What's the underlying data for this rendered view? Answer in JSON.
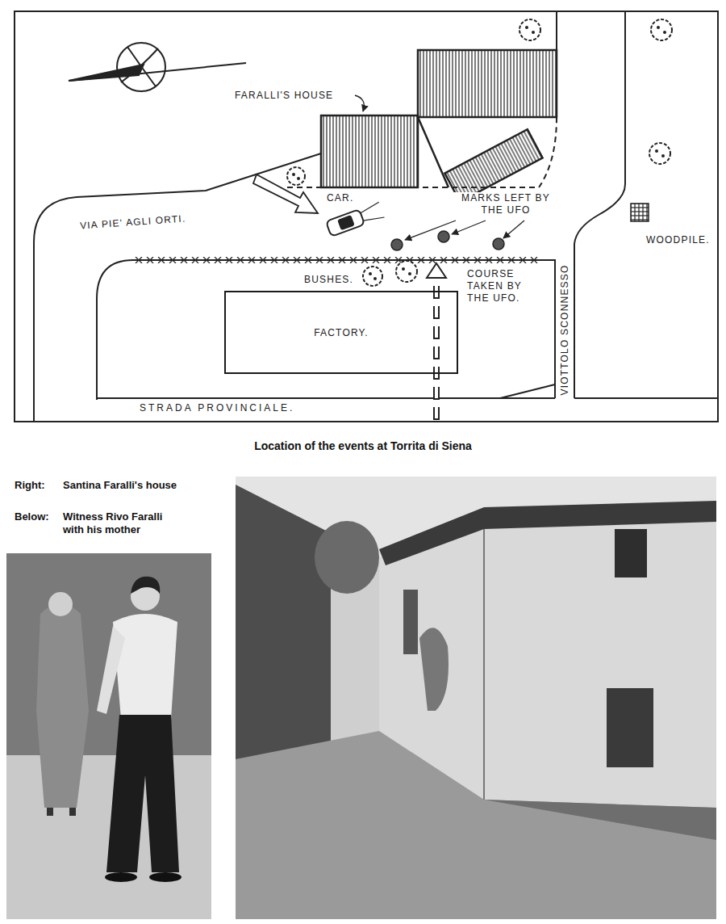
{
  "diagram": {
    "caption": "Location of the events at Torrita di Siena",
    "nodes": [
      {
        "text": [
          "FACTORY."
        ]
      }
    ],
    "labels": [
      "FARALLI'S HOUSE",
      "CAR.",
      "MARKS LEFT BY THE UFO",
      "VIA PIE' AGLI ORTI.",
      "WOODPILE.",
      "BUSHES.",
      "COURSE TAKEN BY THE UFO.",
      "VIOTTOLO SCONNESSO",
      "STRADA PROVINCIALE.",
      "Right:",
      "Santina Faralli's house",
      "Below:",
      "Witness Rivo Faralli with his mother"
    ]
  }
}
